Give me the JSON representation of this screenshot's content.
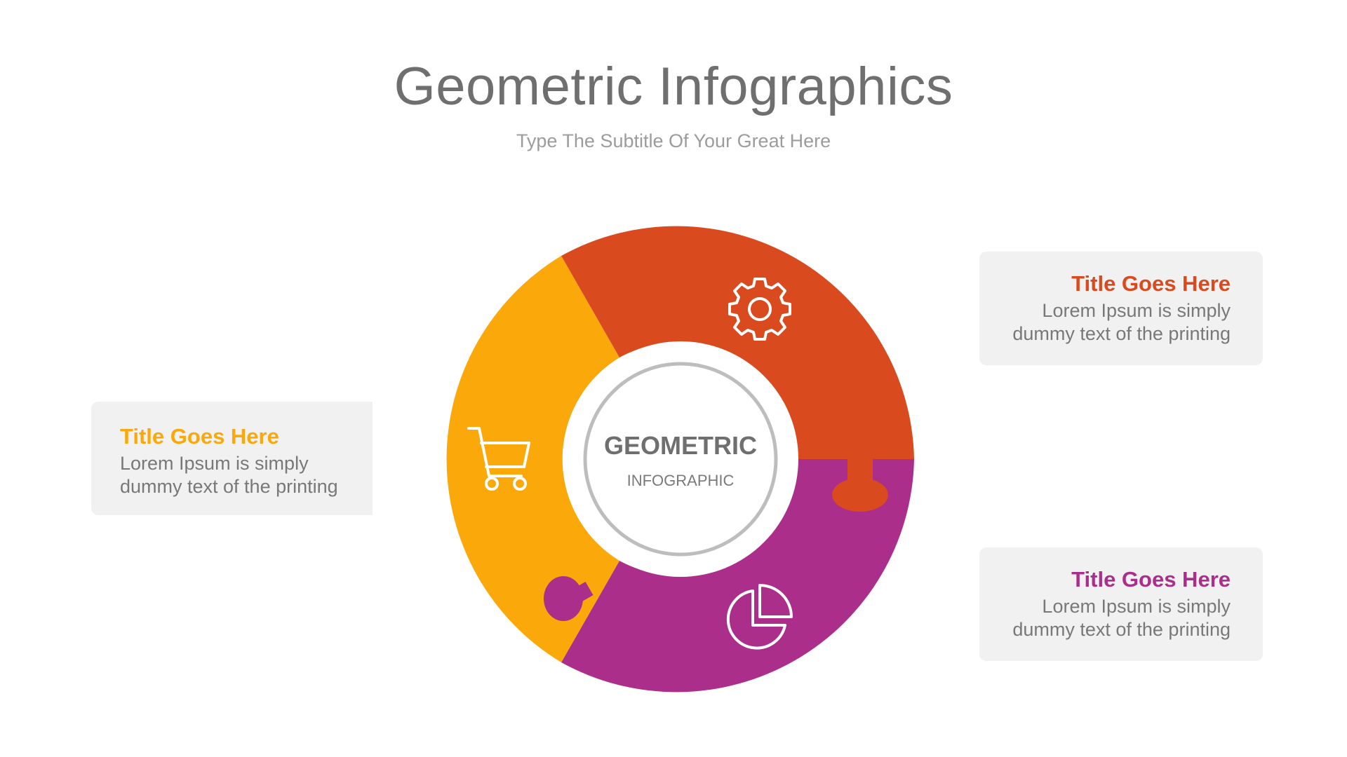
{
  "header": {
    "title": "Geometric Infographics",
    "subtitle": "Type The Subtitle Of Your Great Here"
  },
  "center": {
    "label": "GEOMETRIC",
    "sublabel": "INFOGRAPHIC"
  },
  "segments": [
    {
      "name": "orange-red",
      "color": "#d94a1f",
      "icon": "gear-icon"
    },
    {
      "name": "purple",
      "color": "#ab2e8b",
      "icon": "pie-chart-icon"
    },
    {
      "name": "amber",
      "color": "#fba80b",
      "icon": "shopping-cart-icon"
    }
  ],
  "cards": {
    "top_right": {
      "title": "Title Goes Here",
      "line1": "Lorem Ipsum is simply",
      "line2": "dummy text of the printing",
      "color": "#d94a1f"
    },
    "bottom_right": {
      "title": "Title Goes Here",
      "line1": "Lorem Ipsum is simply",
      "line2": "dummy text of the printing",
      "color": "#ab2e8b"
    },
    "left": {
      "title": "Title Goes Here",
      "line1": "Lorem Ipsum is simply",
      "line2": "dummy text of the printing",
      "color": "#fba80b"
    }
  }
}
